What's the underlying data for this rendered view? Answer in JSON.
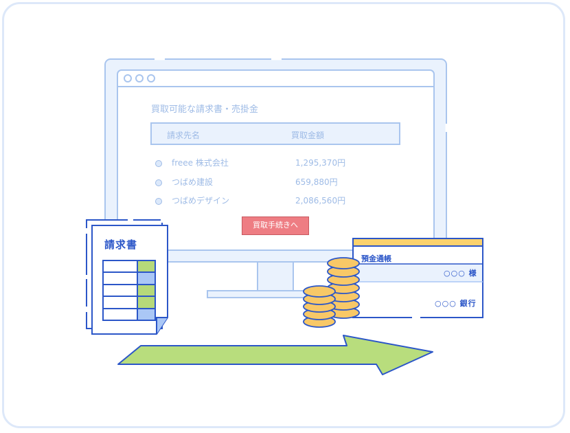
{
  "screen": {
    "section_title": "買取可能な請求書・売掛金",
    "table_headers": {
      "client": "請求先名",
      "amount": "買取金額"
    },
    "rows": [
      {
        "client": "freee 株式会社",
        "amount": "1,295,370円"
      },
      {
        "client": "つばめ建設",
        "amount": "659,880円"
      },
      {
        "client": "つばめデザイン",
        "amount": "2,086,560円"
      }
    ],
    "button_label": "買取手続きへ"
  },
  "invoice": {
    "title": "請求書"
  },
  "passbook": {
    "title": "預金通帳",
    "holder": "○○○ 様",
    "bank": "○○○ 銀行"
  },
  "colors": {
    "screen_line": "#a9c5ee",
    "screen_fill": "#eaf2fd",
    "button": "#ee7d83",
    "accent_blue": "#2b56c8",
    "invoice_green": "#b6d97a",
    "invoice_blue": "#aac7f6",
    "coin": "#f8c867",
    "arrow": "#b8dd7d",
    "passbook_band": "#fbd26e"
  },
  "icons": [
    "window-dot-icon",
    "bullet-icon",
    "coin-stack-icon",
    "arrow-icon"
  ]
}
